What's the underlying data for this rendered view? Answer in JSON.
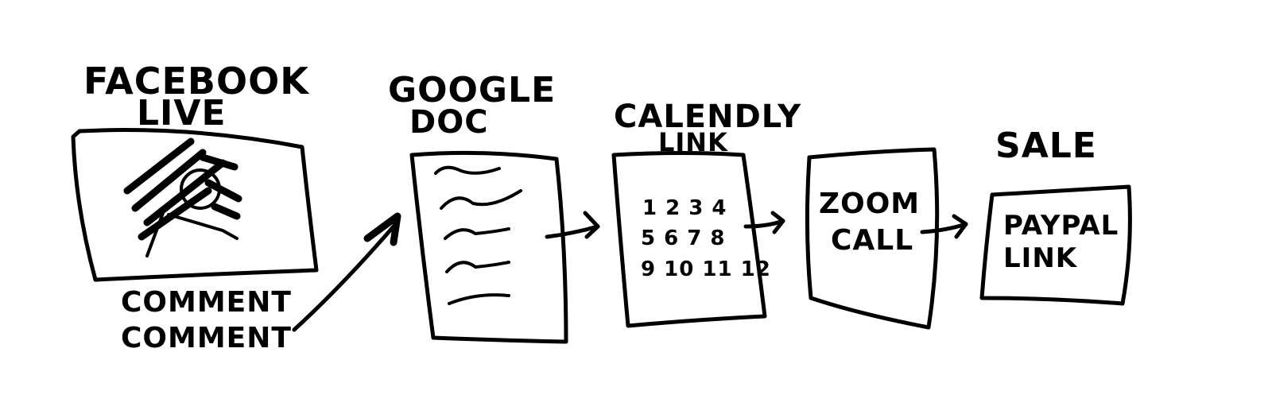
{
  "labels": {
    "facebook_live_line1": "FACEBOOK",
    "facebook_live_line2": "LIVE",
    "comment_line1": "COMMENT",
    "comment_line2": "COMMENT",
    "google_doc_line1": "GOOGLE",
    "google_doc_line2": "DOC",
    "calendly_line1": "CALENDLY",
    "calendly_line2": "LINK",
    "calendar_row1": "1 2 3 4",
    "calendar_row2": "5 6 7 8",
    "calendar_row3": "9 10 11 12",
    "zoom_line1": "ZOOM",
    "zoom_line2": "CALL",
    "sale": "SALE",
    "paypal_line1": "PAYPAL",
    "paypal_line2": "LINK"
  },
  "colors": {
    "ink": "#000000",
    "paper": "#ffffff"
  },
  "icons": {
    "person": "person-sketch-icon",
    "arrow": "arrow-icon"
  }
}
